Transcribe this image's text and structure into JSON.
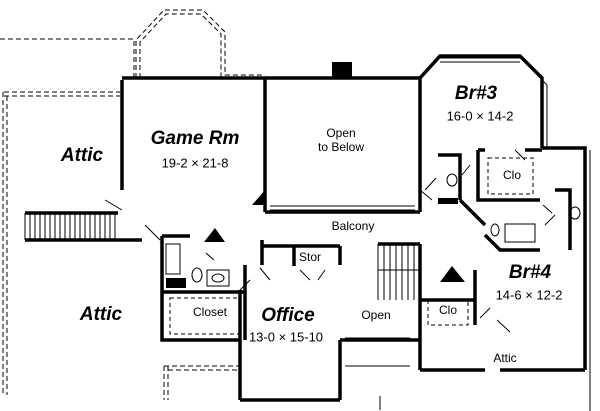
{
  "plan": {
    "type": "second-floor-plan",
    "rooms": [
      {
        "id": "game-rm",
        "name": "Game Rm",
        "dims": "19-2 × 21-8"
      },
      {
        "id": "br3",
        "name": "Br#3",
        "dims": "16-0 × 14-2"
      },
      {
        "id": "br4",
        "name": "Br#4",
        "dims": "14-6 × 12-2"
      },
      {
        "id": "office",
        "name": "Office",
        "dims": "13-0 × 15-10"
      }
    ],
    "labels": {
      "open_to_below": "Open\nto Below",
      "balcony": "Balcony",
      "stor": "Stor",
      "closet": "Closet",
      "open": "Open",
      "clo_br3": "Clo",
      "clo_br4": "Clo",
      "attic_upper_left": "Attic",
      "attic_lower_left": "Attic",
      "attic_lower_right": "Attic"
    },
    "colors": {
      "line": "#000000",
      "background": "#ffffff"
    }
  }
}
